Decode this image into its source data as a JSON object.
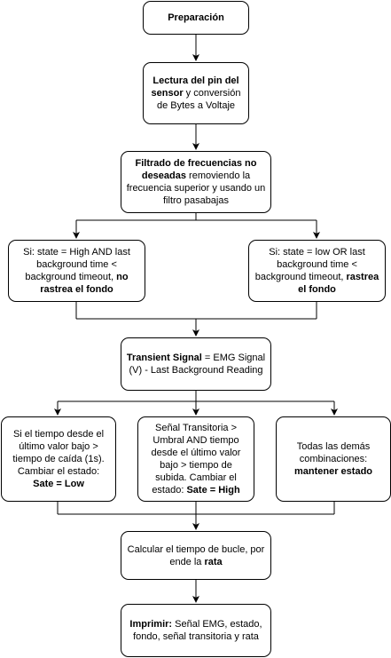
{
  "colors": {
    "stroke": "#000000",
    "fill": "#ffffff",
    "text": "#000000"
  },
  "nodes": {
    "preparacion": [
      {
        "text": "Preparación",
        "bold": true
      }
    ],
    "lectura": [
      {
        "text": "Lectura del pin del sensor",
        "bold": true
      },
      {
        "text": " y conversión de Bytes a Voltaje",
        "bold": false
      }
    ],
    "filtrado": [
      {
        "text": "Filtrado de frecuencias no deseadas",
        "bold": true
      },
      {
        "text": " removiendo la frecuencia superior y usando un filtro pasabajas",
        "bold": false
      }
    ],
    "cond_high": [
      {
        "text": "Si: state = High AND last background time < background timeout, ",
        "bold": false
      },
      {
        "text": "no rastrea el fondo",
        "bold": true
      }
    ],
    "cond_low": [
      {
        "text": "Si: state = low OR last background time < background timeout, ",
        "bold": false
      },
      {
        "text": "rastrea el fondo",
        "bold": true
      }
    ],
    "transient": [
      {
        "text": "Transient Signal",
        "bold": true
      },
      {
        "text": " = EMG Signal (V) - Last Background Reading",
        "bold": false
      }
    ],
    "estado_low": [
      {
        "text": "Si el tiempo desde el último valor bajo > tiempo de caída (1s). Cambiar el estado: ",
        "bold": false
      },
      {
        "text": "Sate = Low",
        "bold": true
      }
    ],
    "estado_high": [
      {
        "text": "Señal Transitoria > Umbral AND tiempo desde el último valor bajo > tiempo de subida. Cambiar el estado: ",
        "bold": false
      },
      {
        "text": "Sate = High",
        "bold": true
      }
    ],
    "mantener": [
      {
        "text": "Todas las demás combinaciones: ",
        "bold": false
      },
      {
        "text": "mantener estado",
        "bold": true
      }
    ],
    "calcular": [
      {
        "text": "Calcular el tiempo de bucle, por ende la ",
        "bold": false
      },
      {
        "text": "rata",
        "bold": true
      }
    ],
    "imprimir": [
      {
        "text": "Imprimir:",
        "bold": true
      },
      {
        "text": " Señal EMG, estado, fondo, señal transitoria y rata",
        "bold": false
      }
    ]
  }
}
